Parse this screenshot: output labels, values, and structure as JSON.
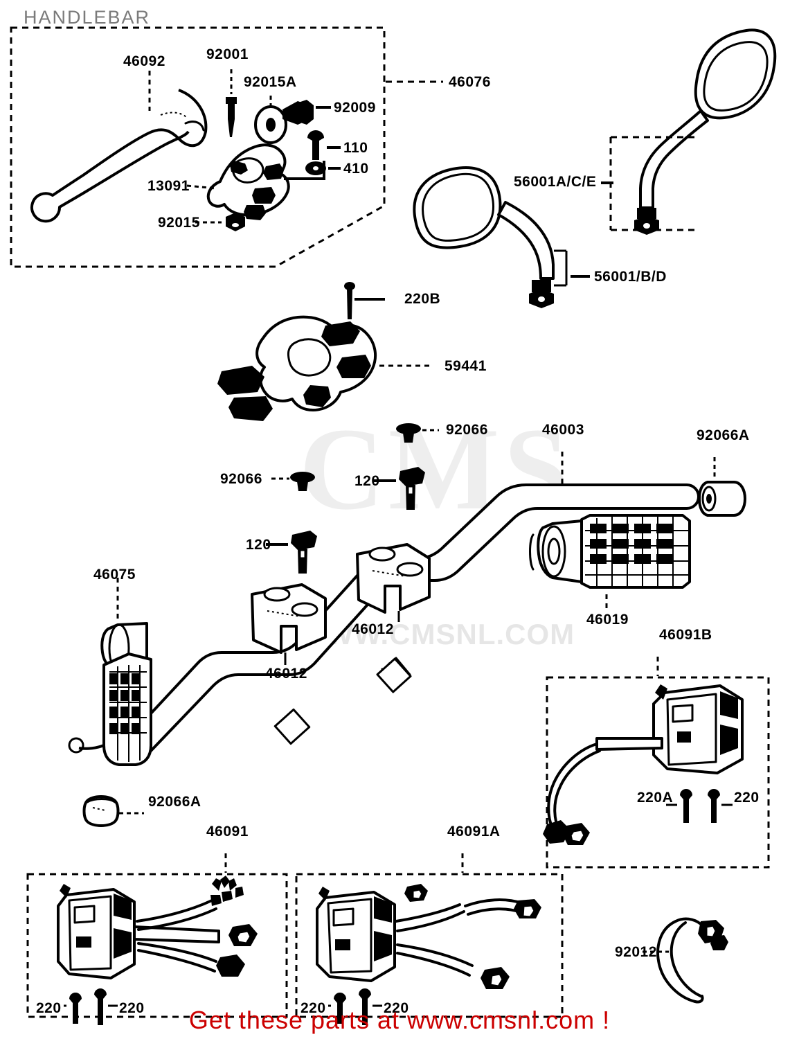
{
  "diagram": {
    "title": "HANDLEBAR",
    "footer_note": "Get these parts at www.cmsnl.com !",
    "watermark_text": "WWW.CMSNL.COM",
    "watermark_logo": "CMS",
    "accent_color": "#cc0000",
    "title_color": "#7a7a7a"
  },
  "labels": {
    "lever_assembly_group": "46076",
    "lever": "46092",
    "lever_pivot_bolt": "92001",
    "washer_92015a": "92015A",
    "adjuster_92009": "92009",
    "screw_110": "110",
    "washer_410": "410",
    "lever_holder": "13091",
    "nut_92015": "92015",
    "mirror_right": "56001A/C/E",
    "mirror_left": "56001/B/D",
    "bolt_220b": "220B",
    "clutch_holder": "59441",
    "grommet_92066_top": "92066",
    "grommet_92066_left": "92066",
    "bolt_120_left": "120",
    "bolt_120_right": "120",
    "handlebar": "46003",
    "end_cap_right": "92066A",
    "grip_right": "46019",
    "grip_left": "46075",
    "clamp_upper": "46012",
    "clamp_lower": "46012",
    "end_cap_left": "92066A",
    "switch_right_assembly": "46091B",
    "switch_left_assembly": "46091",
    "switch_mid_assembly": "46091A",
    "screw_220a_right": "220A",
    "screw_220_right": "220",
    "screw_220_left_a": "220",
    "screw_220_left_b": "220",
    "screw_220_mid_a": "220",
    "screw_220_mid_b": "220",
    "cable_clamp": "92012"
  }
}
